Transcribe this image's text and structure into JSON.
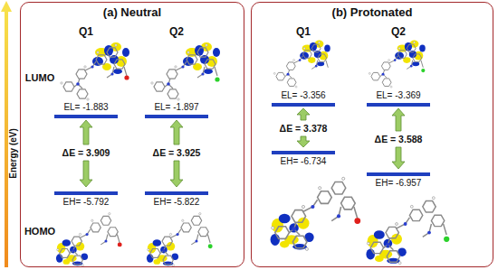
{
  "diagram": {
    "nodes": [
      {
        "text": [
          "(a) Neutral"
        ]
      },
      {
        "text": [
          "(b) Protonated"
        ]
      }
    ],
    "labels": [
      "Energy (eV)",
      "Q1",
      "Q2",
      "LUMO",
      "EL= -1.883",
      "EL= -1.897",
      "ΔE = 3.909",
      "ΔE = 3.925",
      "EH= -5.792",
      "EH= -5.822",
      "HOMO",
      "Q1",
      "Q2",
      "EL= -3.356",
      "EL= -3.369",
      "ΔE = 3.378",
      "ΔE = 3.588",
      "EH= -6.734",
      "EH= -6.957"
    ]
  }
}
